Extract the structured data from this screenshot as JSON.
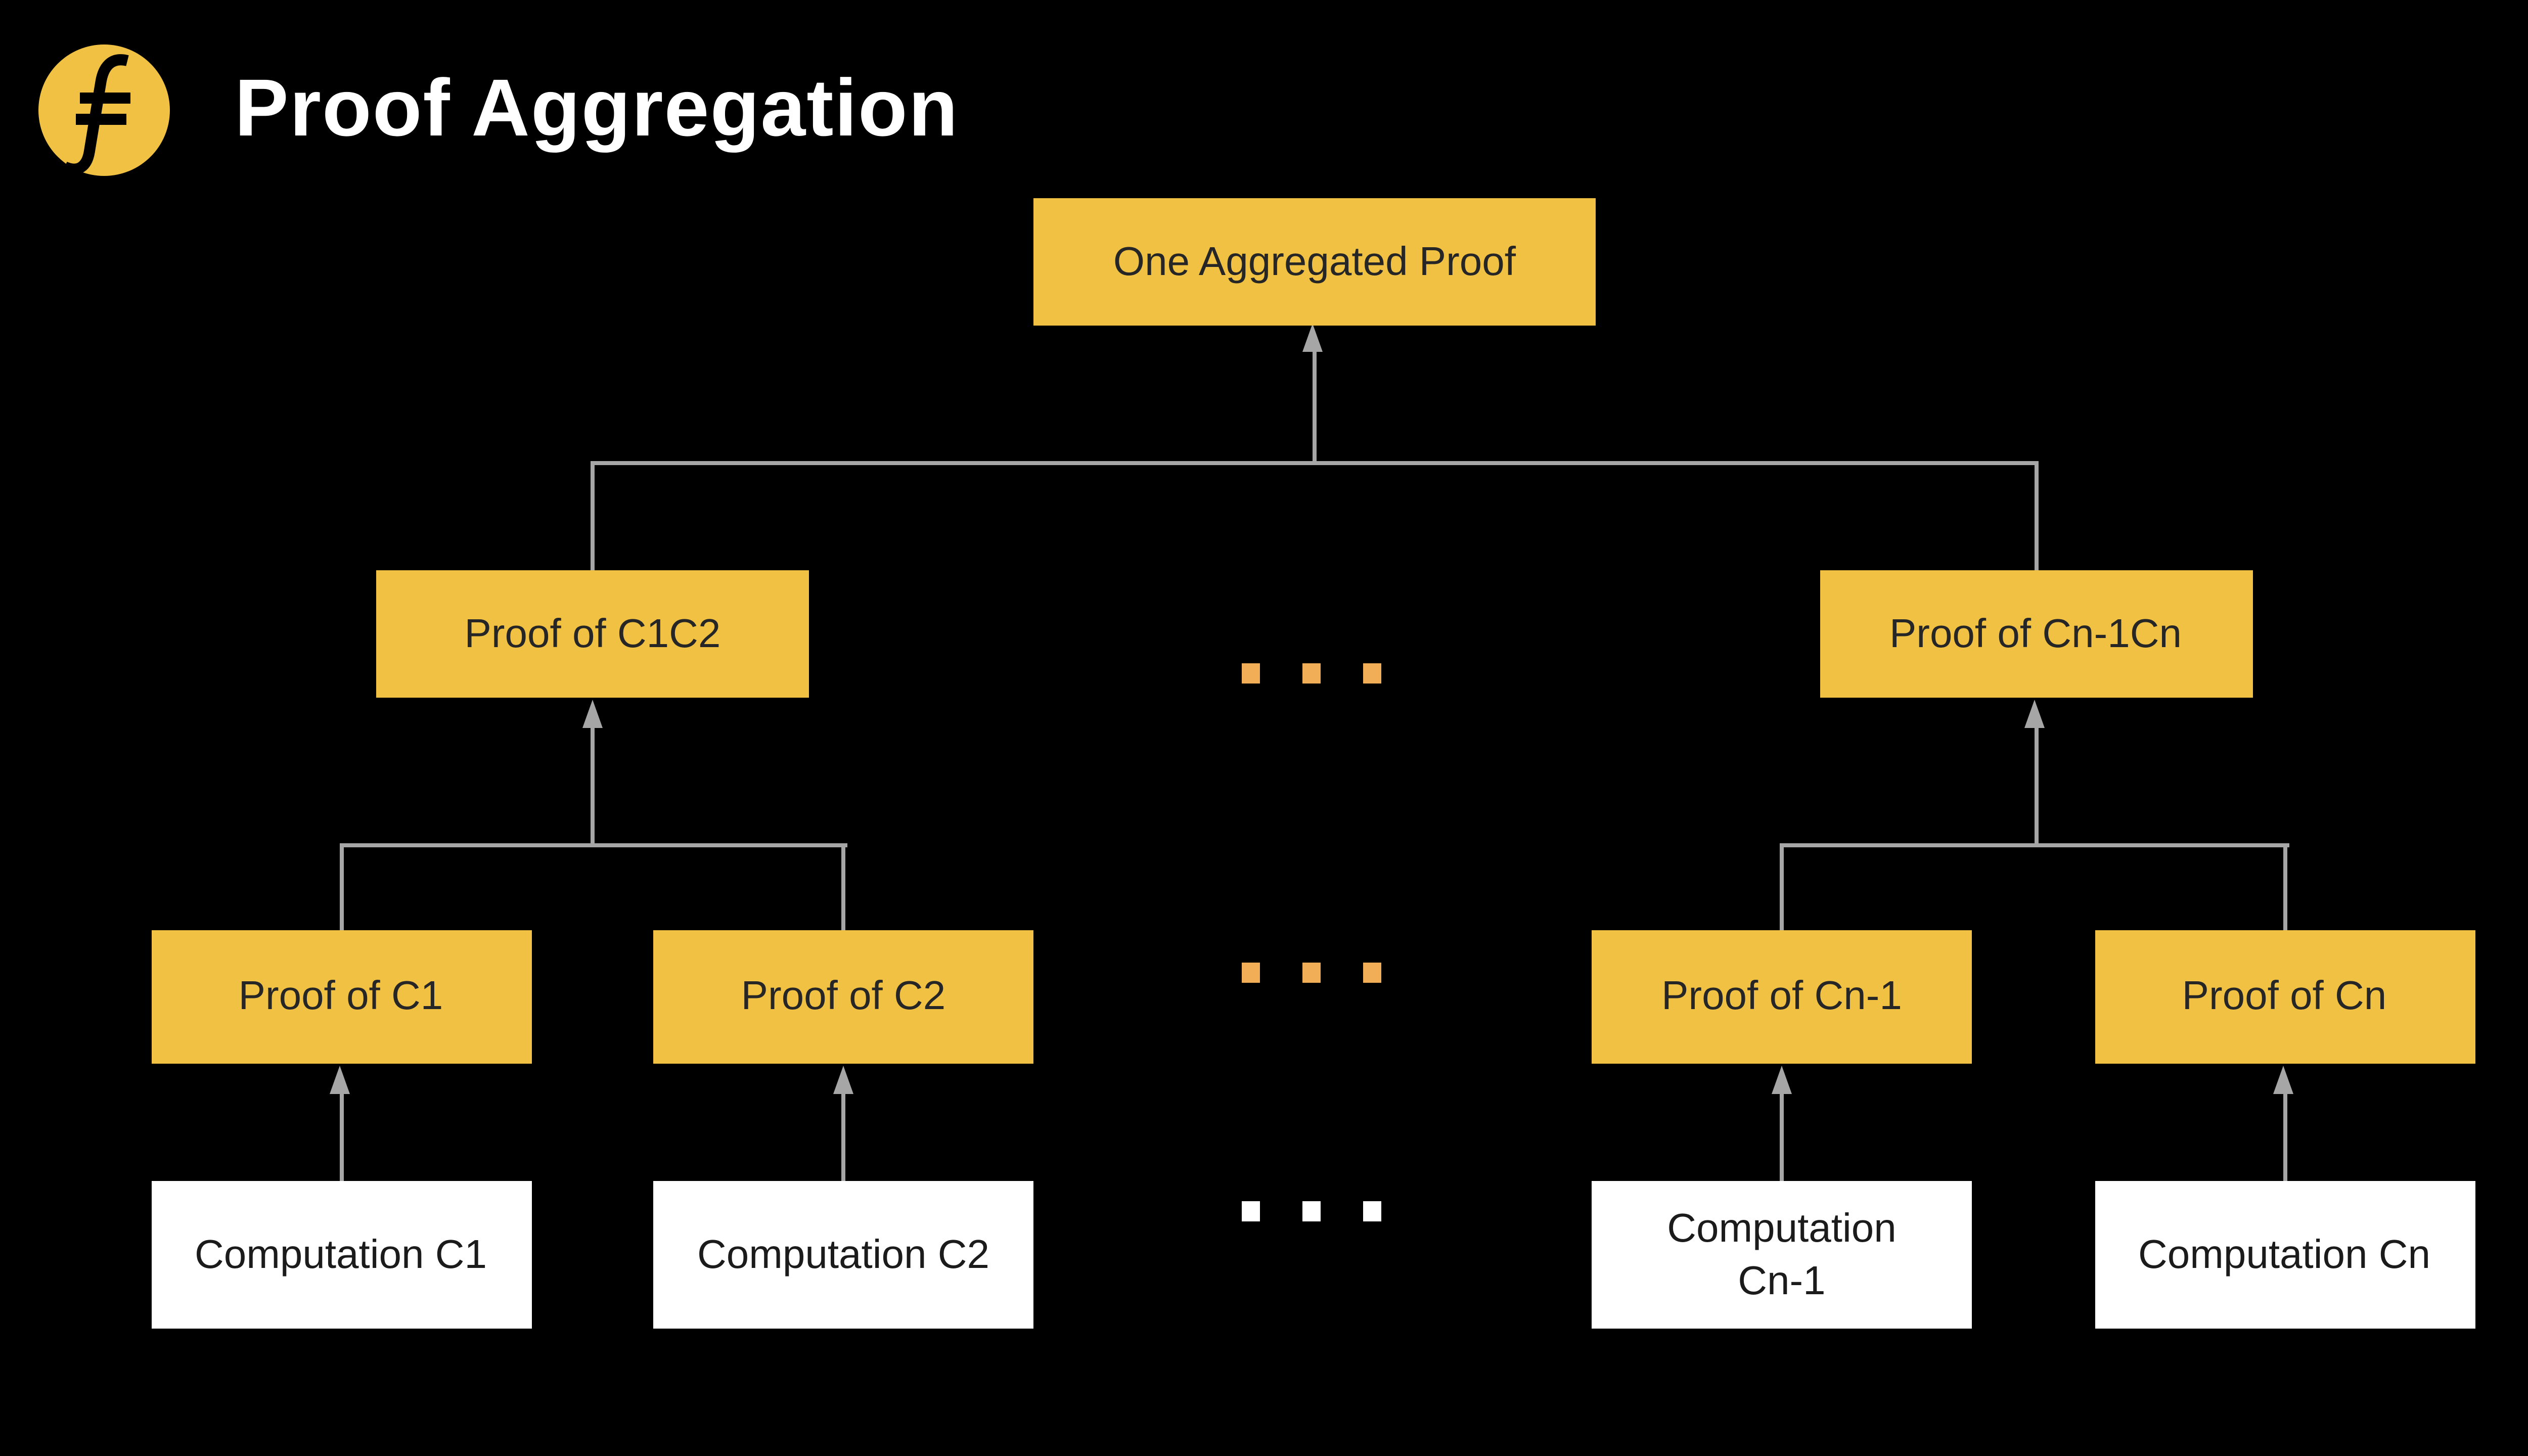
{
  "slide": {
    "background": "#000000",
    "title": "Proof Aggregation",
    "logo_symbol": "filecoin-f",
    "corner_dot_color": "#EF9B2D"
  },
  "colors": {
    "node_yellow": "#F0C142",
    "node_text": "#262626",
    "computation_bg": "#FFFFFF",
    "computation_text": "#1B1B1B",
    "connector": "#A6A6A6",
    "title_text": "#FFFFFF"
  },
  "diagram": {
    "root": {
      "label": "One Aggregated Proof"
    },
    "aggregates": [
      {
        "label": "Proof of C1C2"
      },
      {
        "label": "Proof of Cn-1Cn"
      }
    ],
    "proofs": [
      {
        "label": "Proof of C1"
      },
      {
        "label": "Proof of C2"
      },
      {
        "label": "Proof of Cn-1"
      },
      {
        "label": "Proof of Cn"
      }
    ],
    "computations": [
      {
        "label": "Computation C1"
      },
      {
        "label": "Computation C2"
      },
      {
        "label": "Computation Cn-1"
      },
      {
        "label": "Computation Cn"
      }
    ],
    "ellipsis_rows": [
      {
        "dot_count": 3,
        "color": "#F2AE57"
      },
      {
        "dot_count": 3,
        "color": "#F2AE57"
      },
      {
        "dot_count": 3,
        "color": "#FFFFFF"
      }
    ]
  }
}
